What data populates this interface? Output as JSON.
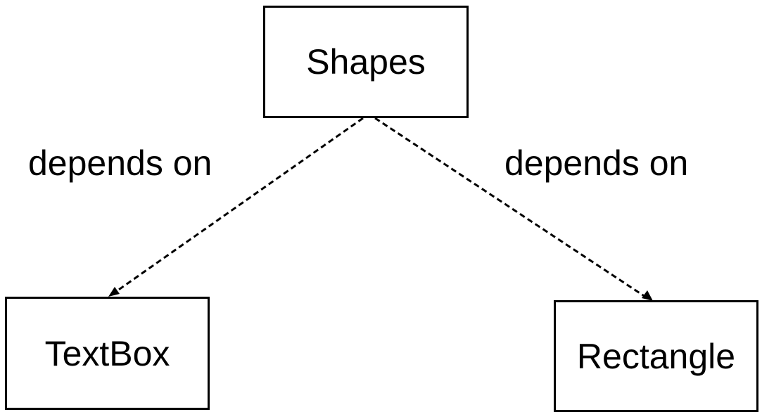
{
  "diagram": {
    "type": "dependency-diagram",
    "nodes": {
      "shapes": "Shapes",
      "textbox": "TextBox",
      "rectangle": "Rectangle"
    },
    "edges": [
      {
        "from": "Shapes",
        "to": "TextBox",
        "label": "depends on",
        "style": "dashed-arrow"
      },
      {
        "from": "Shapes",
        "to": "Rectangle",
        "label": "depends on",
        "style": "dashed-arrow"
      }
    ],
    "colors": {
      "stroke": "#000000",
      "background": "#ffffff"
    }
  }
}
